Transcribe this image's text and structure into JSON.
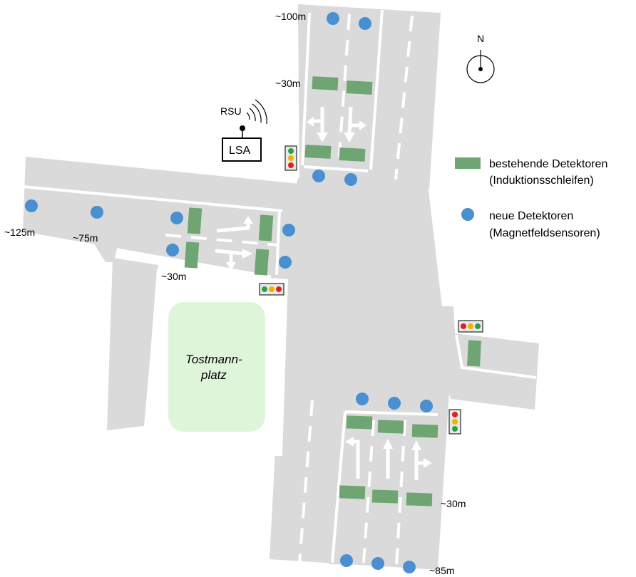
{
  "colors": {
    "road": "#dadada",
    "lane_line": "#ffffff",
    "detector_existing": "#6fa572",
    "detector_new": "#4a8fd0",
    "plaza_fill": "#dff5d9",
    "signal_red": "#e02020",
    "signal_yellow": "#f0b400",
    "signal_green": "#2ea043"
  },
  "compass": {
    "label": "N"
  },
  "rsu": {
    "label": "RSU"
  },
  "controller": {
    "label": "LSA"
  },
  "plaza": {
    "line1": "Tostmann-",
    "line2": "platz"
  },
  "distances": {
    "north_far": "~100m",
    "north_near": "~30m",
    "west_far": "~125m",
    "west_mid": "~75m",
    "west_near": "~30m",
    "south_near": "~30m",
    "south_far": "~85m"
  },
  "legend": {
    "existing_line1": "bestehende Detektoren",
    "existing_line2": "(Induktionsschleifen)",
    "new_line1": "neue Detektoren",
    "new_line2": "(Magnetfeldsensoren)"
  }
}
